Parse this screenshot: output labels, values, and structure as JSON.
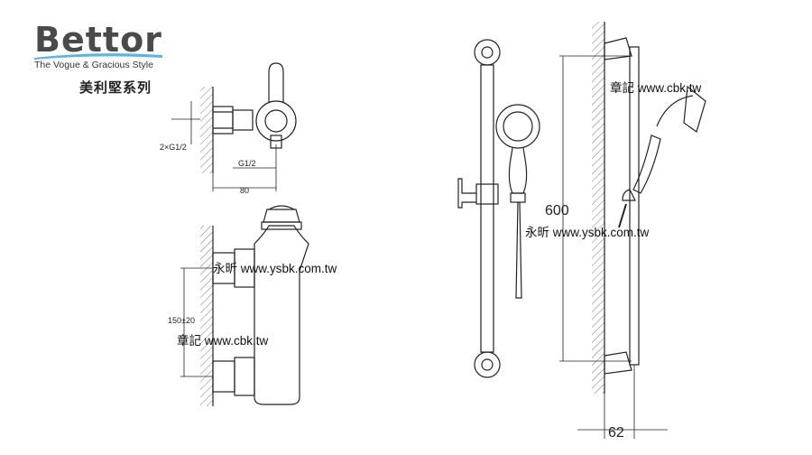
{
  "brand": {
    "name": "Bettor",
    "tagline": "The Vogue & Gracious Style",
    "series": "美利堅系列",
    "swoosh_color": "#56b7e6"
  },
  "dimensions": {
    "inlet_thread": "2×G1/2",
    "outlet_thread": "G1/2",
    "depth": "80",
    "inlet_spacing": "150±20",
    "rail_height": "600",
    "wall_offset": "62"
  },
  "watermarks": {
    "cbk_top": "章記 www.cbk.tw",
    "ysbk_mid": "永昕 www.ysbk.com.tw",
    "ysbk_left": "永昕 www.ysbk.com.tw",
    "cbk_left": "章記 www.cbk.tw"
  }
}
